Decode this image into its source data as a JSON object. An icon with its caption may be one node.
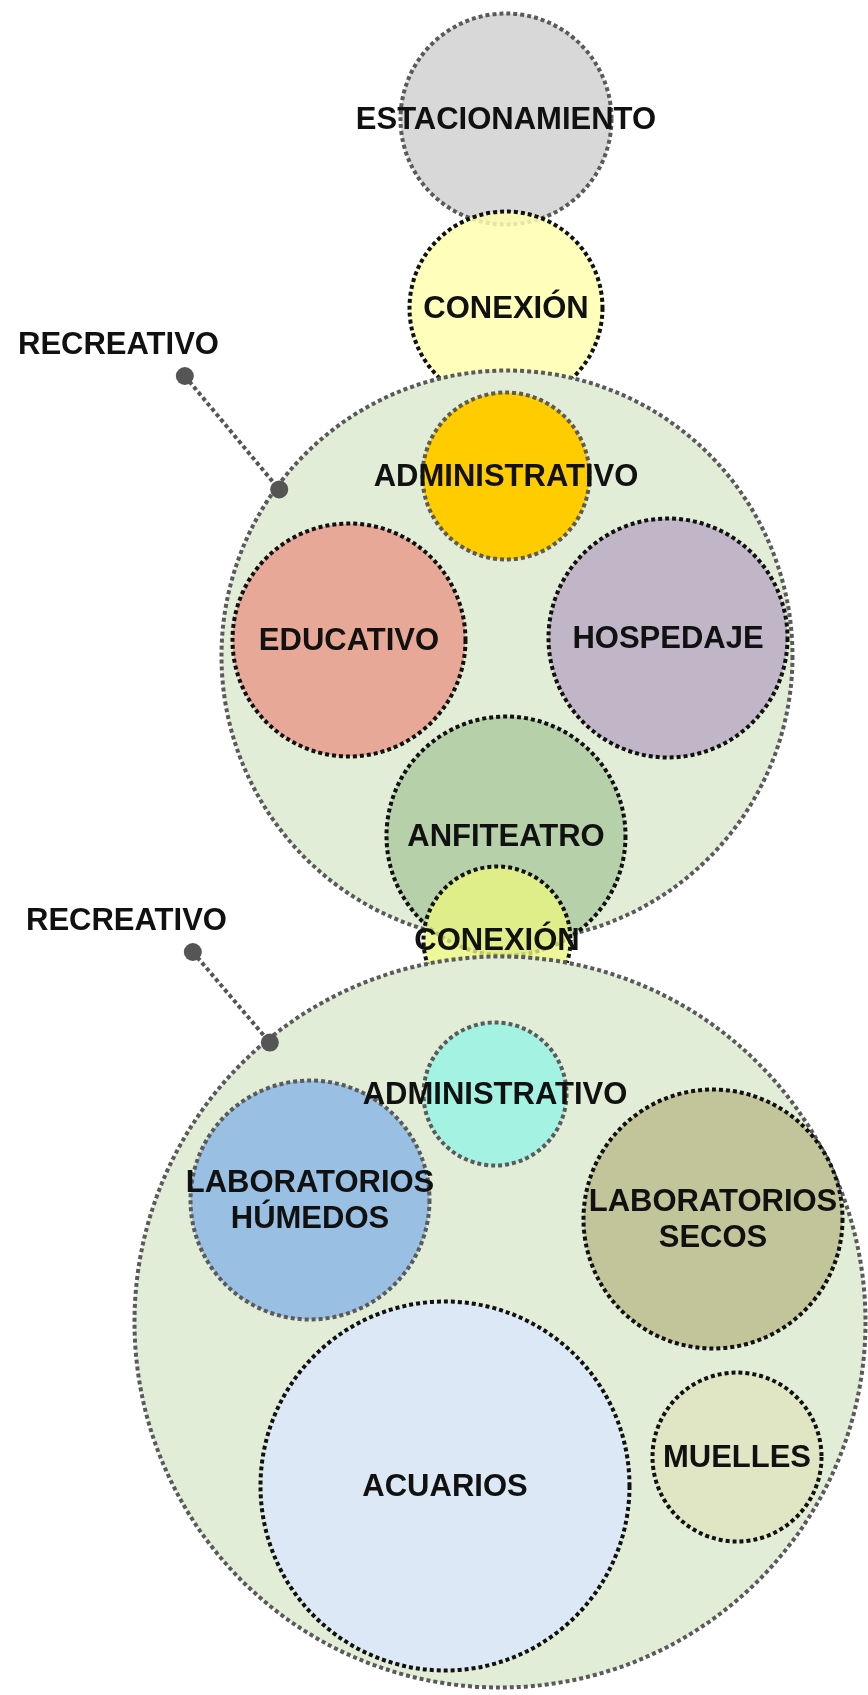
{
  "diagram": {
    "nodes": [
      {
        "text": [
          "ESTACIONAMIENTO"
        ]
      },
      {
        "text": [
          "CONEXIÓN"
        ]
      },
      {
        "text": [
          "RECREATIVO"
        ]
      },
      {
        "text": [],
        "shape": "circle"
      },
      {
        "text": [
          "ADMINISTRATIVO"
        ],
        "in": 3
      },
      {
        "text": [
          "EDUCATIVO"
        ],
        "in": 3
      },
      {
        "text": [
          "HOSPEDAJE"
        ],
        "in": 3
      },
      {
        "text": [
          "ANFITEATRO"
        ]
      },
      {
        "text": [
          "CONEXIÓN"
        ]
      },
      {
        "text": [
          "RECREATIVO"
        ]
      },
      {
        "text": [],
        "shape": "circle"
      },
      {
        "text": [
          "ADMINISTRATIVO"
        ],
        "in": 10
      },
      {
        "text": [
          "LABORATORIOS HÚMEDOS"
        ],
        "in": 10
      },
      {
        "text": [
          "LABORATORIOS SECOS"
        ],
        "in": 10
      },
      {
        "text": [
          "ACUARIOS"
        ],
        "in": 10
      },
      {
        "text": [
          "MUELLES"
        ],
        "in": 10
      }
    ],
    "edges": [
      {
        "from": 2,
        "to": 3,
        "arrow": "other"
      },
      {
        "from": 9,
        "to": 10,
        "arrow": "other"
      }
    ]
  }
}
